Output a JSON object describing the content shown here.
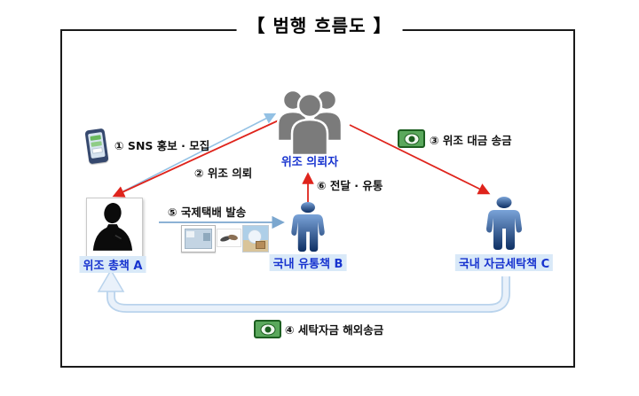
{
  "title": "【 범행 흐름도 】",
  "actors": {
    "requester": "위조 의뢰자",
    "boss_a": "위조 총책 A",
    "distributor_b": "국내 유통책 B",
    "launderer_c": "국내 자금세탁책 C"
  },
  "flows": {
    "f1_sns": "① SNS 홍보 · 모집",
    "f2_request": "② 위조 의뢰",
    "f3_payment": "③ 위조 대금 송금",
    "f4_laundering": "④ 세탁자금 해외송금",
    "f5_shipping": "⑤ 국제택배 발송",
    "f6_delivery": "⑥ 전달 · 유통"
  },
  "icons": {
    "phone": "smartphone-icon",
    "money": "money-bill-icon",
    "requester_group": "people-group-icon",
    "boss_silhouette": "person-silhouette-photo",
    "person_figure": "person-pictogram-icon"
  },
  "colors": {
    "arrow_red": "#df241c",
    "arrow_light_blue": "#93c1e4",
    "arrow_steel_blue": "#7ba7cf",
    "loop_border": "#b9d3ec",
    "loop_fill": "#e9f1fa",
    "label_blue": "#1733cf",
    "label_highlight": "#d9e9f8",
    "group_gray": "#7b7b7b",
    "figure_blue_light": "#7aa3d8",
    "figure_blue_dark": "#0e2f63",
    "money_green": "#5aa85c",
    "box_border": "#1a1a1a"
  }
}
